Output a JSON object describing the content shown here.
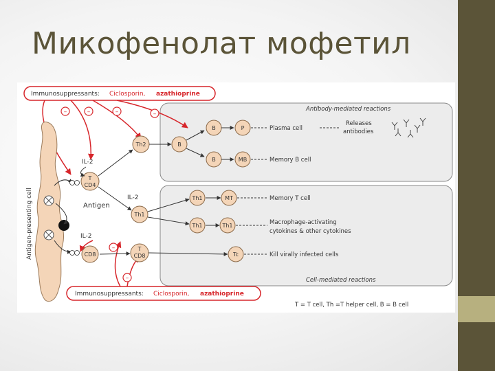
{
  "slide": {
    "title": "Микофенолат мофетил",
    "colors": {
      "title": "#5b5438",
      "sidebar": "#5b5438",
      "sidebar_accent": "#b7b07f",
      "immuno_red": "#d7262b",
      "cell_fill": "#f4d5b8"
    }
  },
  "diagram": {
    "immunosuppressants_top": {
      "label": "Immunosuppressants:",
      "drug1": "Ciclosporin,",
      "drug2": "azathioprine"
    },
    "immunosuppressants_bottom": {
      "label": "Immunosuppressants:",
      "drug1": "Ciclosporin,",
      "drug2": "azathioprine"
    },
    "inhibit_symbol": "–",
    "apc_label": "Antigen-presenting cell",
    "antigen_label": "Antigen",
    "il2_upper": "IL-2",
    "il2_middle": "IL-2",
    "il2_lower": "IL-2",
    "t_cd4": {
      "line1": "T",
      "line2": "CD4"
    },
    "t_cd8": {
      "line1": "T",
      "line2": "CD8"
    },
    "cd8_left": "CD8",
    "th2": "Th2",
    "th1_center": "Th1",
    "b_center": "B",
    "antibody_box_title": "Antibody-mediated reactions",
    "cell_box_title": "Cell-mediated reactions",
    "row_plasma": {
      "c1": "B",
      "c2": "P",
      "label": "Plasma cell",
      "releases1": "Releases",
      "releases2": "antibodies"
    },
    "row_memory_b": {
      "c1": "B",
      "c2": "MB",
      "label": "Memory B cell"
    },
    "row_memory_t": {
      "c1": "Th1",
      "c2": "MT",
      "label": "Memory T cell"
    },
    "row_macrophage": {
      "c1": "Th1",
      "c2": "Th1",
      "label1": "Macrophage-activating",
      "label2": "cytokines  & other cytokines"
    },
    "row_kill": {
      "c1": "Tc",
      "label": "Kill virally infected cells"
    },
    "legend": "T = T cell,  Th =T helper cell, B = B cell"
  }
}
